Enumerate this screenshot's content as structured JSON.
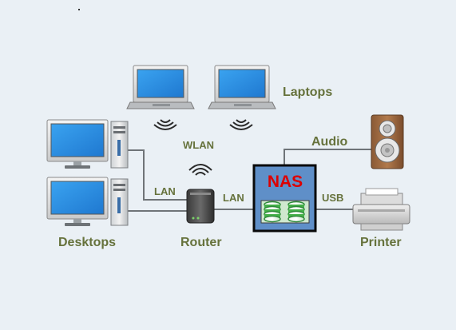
{
  "colors": {
    "background": "#eaf0f5",
    "label_text": "#66723c",
    "nas_text": "#dd0000",
    "nas_box": "#5f8fc8",
    "screen": "#2d8fe0",
    "line": "#6f7478",
    "disk_green": "#44b049"
  },
  "labels": {
    "laptops": "Laptops",
    "audio": "Audio",
    "wlan": "WLAN",
    "lan_desktop": "LAN",
    "lan_nas": "LAN",
    "usb": "USB",
    "nas": "NAS",
    "desktops": "Desktops",
    "router": "Router",
    "printer": "Printer"
  },
  "icons": [
    "laptop-icon",
    "desktop-icon",
    "router-icon",
    "wifi-signal-icon",
    "nas-icon",
    "speaker-icon",
    "printer-icon"
  ]
}
